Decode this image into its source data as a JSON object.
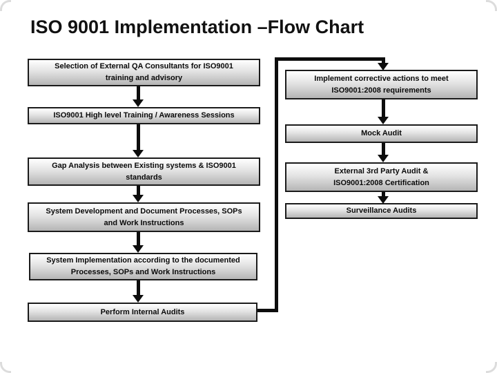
{
  "title": "ISO 9001 Implementation –Flow Chart",
  "flow": {
    "left_steps": [
      "Selection of External QA Consultants for ISO9001\ntraining and advisory",
      "ISO9001 High level Training / Awareness Sessions",
      "Gap Analysis between Existing systems & ISO9001\nstandards",
      "System Development and Document Processes, SOPs\nand Work Instructions",
      "System Implementation according to the documented\nProcesses, SOPs and Work Instructions",
      "Perform Internal Audits"
    ],
    "right_steps": [
      "Implement corrective actions to meet\nISO9001:2008 requirements",
      "Mock Audit",
      "External 3rd Party Audit &\nISO9001:2008 Certification",
      "Surveillance Audits"
    ]
  },
  "colors": {
    "box_border": "#1a1a1a",
    "box_fill_top": "#ffffff",
    "box_fill_bottom": "#b5b5b5",
    "arrow": "#0d0d0d",
    "title_text": "#111111",
    "background": "#ffffff"
  }
}
